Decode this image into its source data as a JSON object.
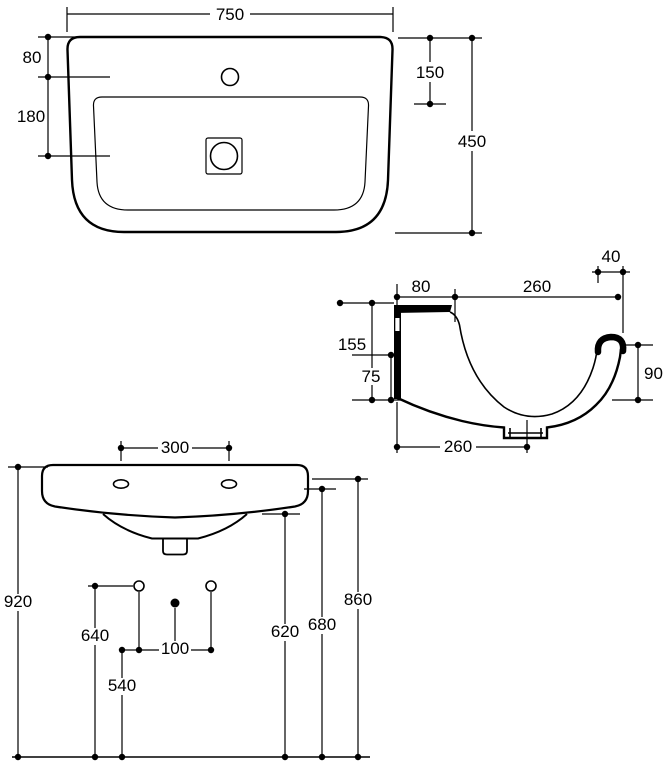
{
  "views": {
    "plan": {
      "dims": {
        "overall_width": "750",
        "rear_to_hole": "80",
        "hole_to_drain": "180",
        "rear_to_bowl": "150",
        "overall_depth": "450"
      }
    },
    "section": {
      "dims": {
        "rim_overhang": "40",
        "deck_depth": "80",
        "bowl_opening": "260",
        "rear_height": "155",
        "rear_lower": "75",
        "front_height": "90",
        "wall_to_drain": "260"
      }
    },
    "front": {
      "dims": {
        "tap_spacing": "300",
        "height_920": "920",
        "height_640": "640",
        "height_540": "540",
        "fixing_offset": "100",
        "height_620": "620",
        "height_680": "680",
        "height_860": "860"
      }
    }
  },
  "colors": {
    "ink": "#000000",
    "paper": "#ffffff"
  }
}
